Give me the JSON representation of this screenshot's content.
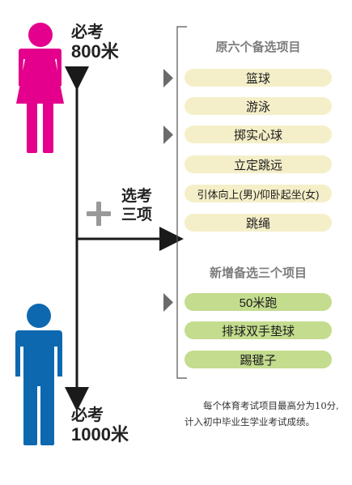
{
  "colors": {
    "female": "#e4008c",
    "male": "#0e68b0",
    "old_item": "#f5efc9",
    "new_item": "#c3dc8e",
    "arrow": "#1a1a1a",
    "plus": "#999999",
    "marker": "#6b6b6b"
  },
  "figures": {
    "female": {
      "icon": "female-figure-icon",
      "line1": "必考",
      "line2": "800米"
    },
    "male": {
      "icon": "male-figure-icon",
      "line1": "必考",
      "line2": "1000米"
    }
  },
  "selection": {
    "icon": "plus-icon",
    "line1": "选考",
    "line2": "三项"
  },
  "original_section": {
    "title": "原六个备选项目",
    "items": [
      "篮球",
      "游泳",
      "掷实心球",
      "立定跳远",
      "引体向上(男)/仰卧起坐(女)",
      "跳绳"
    ]
  },
  "new_section": {
    "title": "新增备选三个项目",
    "items": [
      "50米跑",
      "排球双手垫球",
      "踢毽子"
    ]
  },
  "note": "每个体育考试项目最高分为10分,计入初中毕业生学业考试成绩。"
}
